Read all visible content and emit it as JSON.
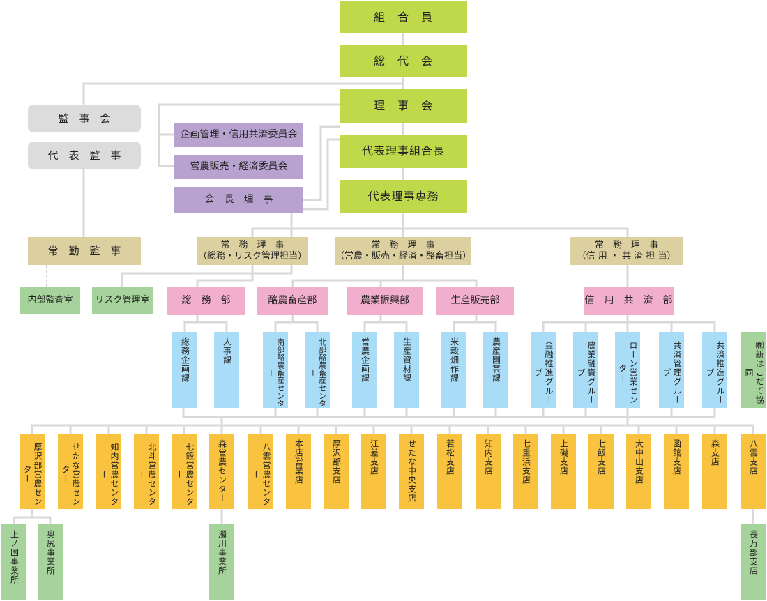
{
  "colors": {
    "green": "#bfd94a",
    "grey": "#dcdcdc",
    "purple": "#b8a2cf",
    "tan": "#ddd0a0",
    "light_green": "#a6d39c",
    "pink": "#f2afcd",
    "blue": "#a9dcf6",
    "orange": "#f9c23f",
    "line": "#d9d9d9"
  },
  "top": {
    "members": "組　合　員",
    "representatives": "総　代　会",
    "board": "理　事　会",
    "president": "代表理事組合長",
    "managing_director": "代表理事専務"
  },
  "audit": {
    "board": "監　事　会",
    "representative": "代　表　監　事",
    "standing": "常　勤　監　事"
  },
  "committees": {
    "planning": "企画管理・信用共済委員会",
    "sales": "営農販売・経済委員会",
    "chairman": "会　長　理　事"
  },
  "directors": {
    "general": "常　務　理　事\n（総務・リスク管理担当）",
    "farming": "常　務　理　事\n（営農・販売・経済・酪畜担当）",
    "credit": "常　務　理　事\n（信 用 ・ 共 済 担 当）"
  },
  "departments": {
    "internal_audit": "内部監査室",
    "risk": "リスク管理室",
    "general_affairs": "総　務　部",
    "dairy": "酪農畜産部",
    "promotion": "農業振興部",
    "production_sales": "生産販売部",
    "credit_mutual": "信　用　共　済　部"
  },
  "sections": [
    "総務企画課",
    "人事課",
    "南部酪農畜産センター",
    "北部酪農畜産センター",
    "営農企画課",
    "生産資材課",
    "米穀畑作課",
    "農産園芸課",
    "金融推進グループ",
    "農業融資グループ",
    "ローン営業センター",
    "共済管理グループ",
    "共済推進グループ",
    "㈱新はこだて協同"
  ],
  "branches": [
    "厚沢部営農センター",
    "せたな営農センター",
    "知内営農センター",
    "北斗営農センター",
    "七飯営農センター",
    "森営農センター",
    "八雲営農センター",
    "本店営業店",
    "厚沢部支店",
    "江差支店",
    "せたな中央支店",
    "若松支店",
    "知内支店",
    "七重浜支店",
    "上磯支店",
    "七飯支店",
    "大中山支店",
    "函館支店",
    "森支店",
    "八雲支店"
  ],
  "offices": [
    "上ノ国事業所",
    "奥尻事業所",
    "濁川事業所",
    "長万部支店"
  ]
}
